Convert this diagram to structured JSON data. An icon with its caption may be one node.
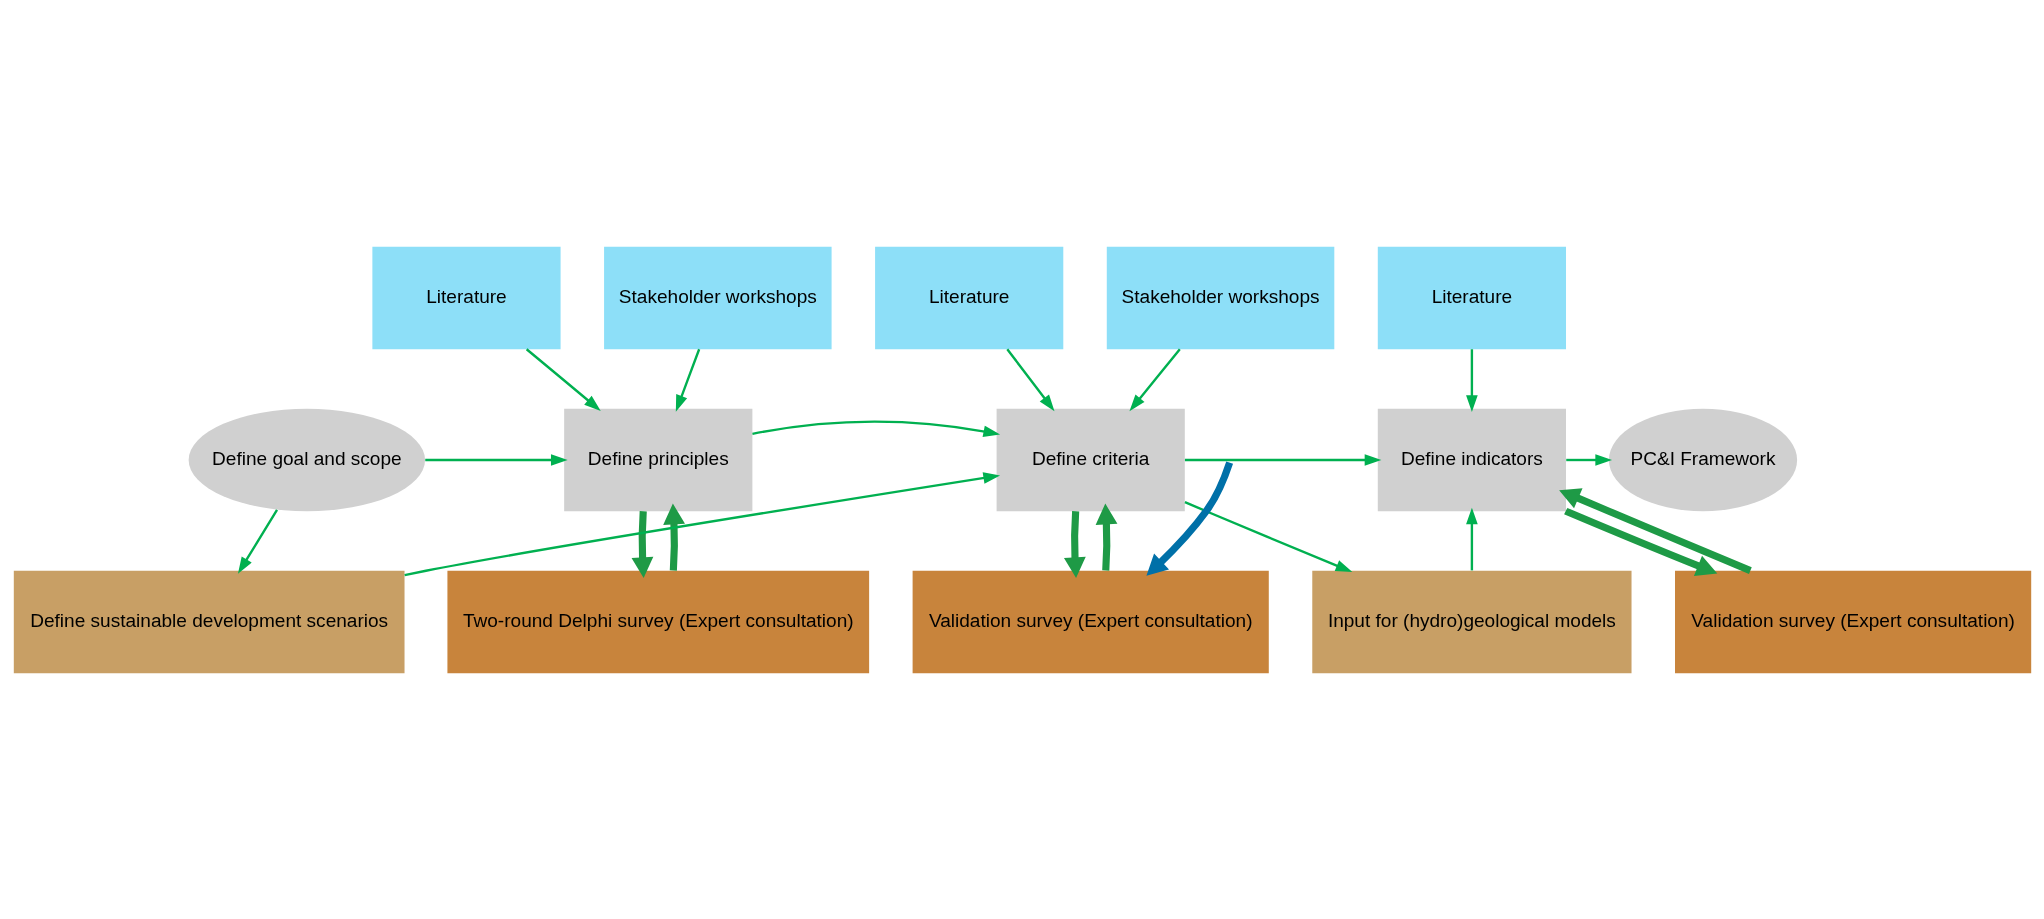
{
  "diagram": {
    "nodes": [
      {
        "text": [
          "Define goal and scope"
        ]
      },
      {
        "text": [
          "Literature"
        ]
      },
      {
        "text": [
          "Stakeholder workshops"
        ]
      },
      {
        "text": [
          "Literature"
        ]
      },
      {
        "text": [
          "Stakeholder workshops"
        ]
      },
      {
        "text": [
          "Literature"
        ]
      },
      {
        "text": [
          "Define principles"
        ]
      },
      {
        "text": [
          "Define criteria"
        ]
      },
      {
        "text": [
          "Define indicators"
        ]
      },
      {
        "text": [
          "PC&I Framework"
        ]
      },
      {
        "text": [
          "Two-round Delphi survey (Expert consultation)"
        ]
      },
      {
        "text": [
          "Validation survey (Expert consultation)"
        ]
      },
      {
        "text": [
          "Validation survey (Expert consultation)"
        ]
      },
      {
        "text": [
          "Define sustainable development scenarios"
        ]
      },
      {
        "text": [
          "Input for (hydro)geological models"
        ]
      }
    ],
    "edges": [
      {
        "from": 1,
        "to": 6,
        "arrow": "to"
      },
      {
        "from": 2,
        "to": 6,
        "arrow": "to"
      },
      {
        "from": 3,
        "to": 7,
        "arrow": "to"
      },
      {
        "from": 4,
        "to": 7,
        "arrow": "to"
      },
      {
        "from": 5,
        "to": 8,
        "arrow": "to"
      },
      {
        "from": 0,
        "to": 6,
        "arrow": "to"
      },
      {
        "from": 0,
        "to": 13,
        "arrow": "to"
      },
      {
        "from": 6,
        "to": 7,
        "arrow": "to"
      },
      {
        "from": 13,
        "to": 7,
        "arrow": "to"
      },
      {
        "from": 7,
        "to": 8,
        "arrow": "to"
      },
      {
        "from": 7,
        "to": 14,
        "arrow": "to"
      },
      {
        "from": 14,
        "to": 8,
        "arrow": "to"
      },
      {
        "from": 8,
        "to": 9,
        "arrow": "to"
      },
      {
        "from": 6,
        "to": 10,
        "arrow": "to",
        "style": "thick",
        "color": "#1e9a46"
      },
      {
        "from": 10,
        "to": 6,
        "arrow": "to",
        "style": "thick",
        "color": "#1e9a46"
      },
      {
        "from": 7,
        "to": 11,
        "arrow": "to",
        "style": "thick",
        "color": "#1e9a46"
      },
      {
        "from": 11,
        "to": 7,
        "arrow": "to",
        "style": "thick",
        "color": "#1e9a46"
      },
      {
        "from": 8,
        "to": 12,
        "arrow": "to",
        "style": "thick",
        "color": "#1e9a46"
      },
      {
        "from": 12,
        "to": 8,
        "arrow": "to",
        "style": "thick",
        "color": "#1e9a46"
      },
      {
        "from": null,
        "to": 11,
        "arrow": "to",
        "style": "thick",
        "color": "#0070a8"
      }
    ]
  }
}
